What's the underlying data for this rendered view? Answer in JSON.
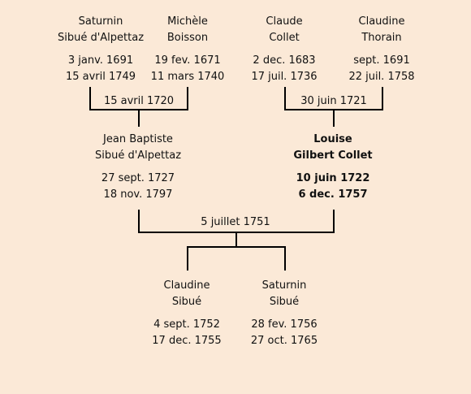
{
  "people": {
    "p1": {
      "first": "Saturnin",
      "last": "Sibué d'Alpettaz",
      "birth": "3 janv. 1691",
      "death": "15 avril 1749"
    },
    "p2": {
      "first": "Michèle",
      "last": "Boisson",
      "birth": "19 fev. 1671",
      "death": "11 mars 1740"
    },
    "p3": {
      "first": "Claude",
      "last": "Collet",
      "birth": "2 dec. 1683",
      "death": "17 juil. 1736"
    },
    "p4": {
      "first": "Claudine",
      "last": "Thorain",
      "birth": "sept. 1691",
      "death": "22 juil. 1758"
    },
    "p5": {
      "first": "Jean Baptiste",
      "last": "Sibué d'Alpettaz",
      "birth": "27 sept. 1727",
      "death": "18 nov. 1797"
    },
    "p6": {
      "first": "Louise",
      "last": "Gilbert Collet",
      "birth": "10 juin 1722",
      "death": "6 dec. 1757"
    },
    "p7": {
      "first": "Claudine",
      "last": "Sibué",
      "birth": "4 sept. 1752",
      "death": "17 dec. 1755"
    },
    "p8": {
      "first": "Saturnin",
      "last": "Sibué",
      "birth": "28 fev. 1756",
      "death": "27 oct. 1765"
    }
  },
  "marriages": {
    "m1": "15 avril 1720",
    "m2": "30 juin 1721",
    "m3": "5 juillet 1751"
  }
}
